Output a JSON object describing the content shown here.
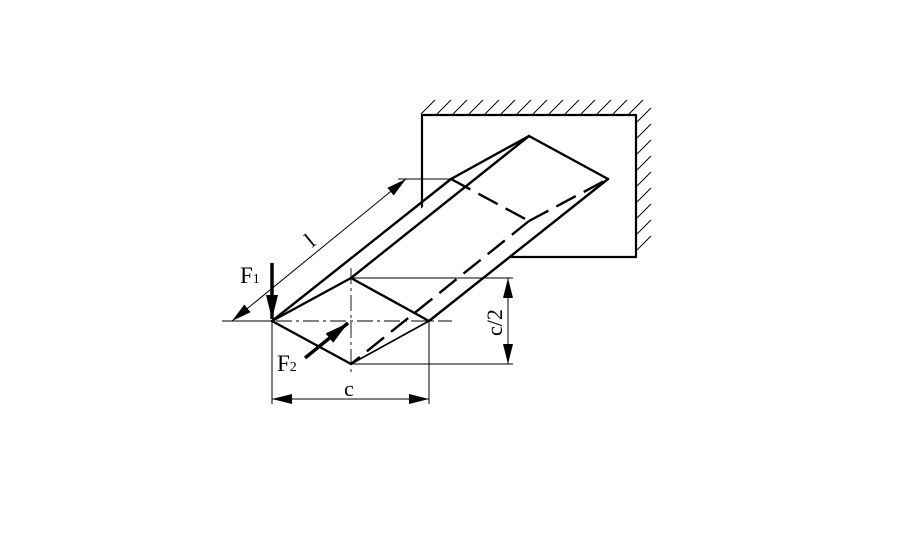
{
  "labels": {
    "force_1": "F",
    "force_1_sub": "1",
    "force_2": "F",
    "force_2_sub": "2",
    "length": "l",
    "width": "c",
    "height": "c/2"
  }
}
